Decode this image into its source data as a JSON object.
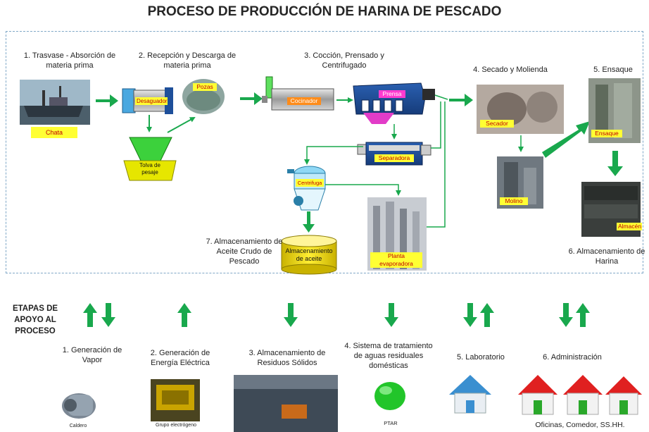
{
  "title": "PROCESO DE PRODUCCIÓN DE HARINA DE PESCADO",
  "stages": {
    "s1": "1. Trasvase - Absorción de materia prima",
    "s2": "2. Recepción y Descarga de materia prima",
    "s3": "3. Cocción, Prensado y Centrifugado",
    "s4": "4. Secado y Molienda",
    "s5": "5. Ensaque",
    "s6": "6. Almacenamiento de Harina",
    "s7": "7. Almacenamiento de Aceite Crudo de Pescado"
  },
  "equipment": {
    "chata": "Chata",
    "desaguador": "Desaguador",
    "pozas": "Pozas",
    "tolva": "Tolva de pesaje",
    "cocinador": "Cocinador",
    "prensa": "Prensa",
    "separadora": "Separadora",
    "centrifuga": "Centrifuga",
    "almacenamiento_aceite": "Almacenamiento de aceite",
    "planta_evaporadora": "Planta evaporadora",
    "secador": "Secador",
    "molino": "Molino",
    "ensaque": "Ensaque",
    "almacen": "Almacén"
  },
  "support": {
    "heading": "ETAPAS DE APOYO AL PROCESO",
    "items": [
      {
        "label": "1. Generación de Vapor",
        "caption": "Caldero"
      },
      {
        "label": "2. Generación de Energía Eléctrica",
        "caption": "Grupo electrógeno"
      },
      {
        "label": "3. Almacenamiento de Residuos Sólidos",
        "caption": ""
      },
      {
        "label": "4. Sistema de tratamiento de aguas residuales domésticas",
        "caption": "PTAR"
      },
      {
        "label": "5. Laboratorio",
        "caption": ""
      },
      {
        "label": "6. Administración",
        "caption": "Oficinas, Comedor, SS.HH."
      }
    ]
  },
  "colors": {
    "arrow": "#19a84d",
    "label_bg": "#ffff33",
    "label_text": "#c00000",
    "frame": "#7fa7c7"
  }
}
